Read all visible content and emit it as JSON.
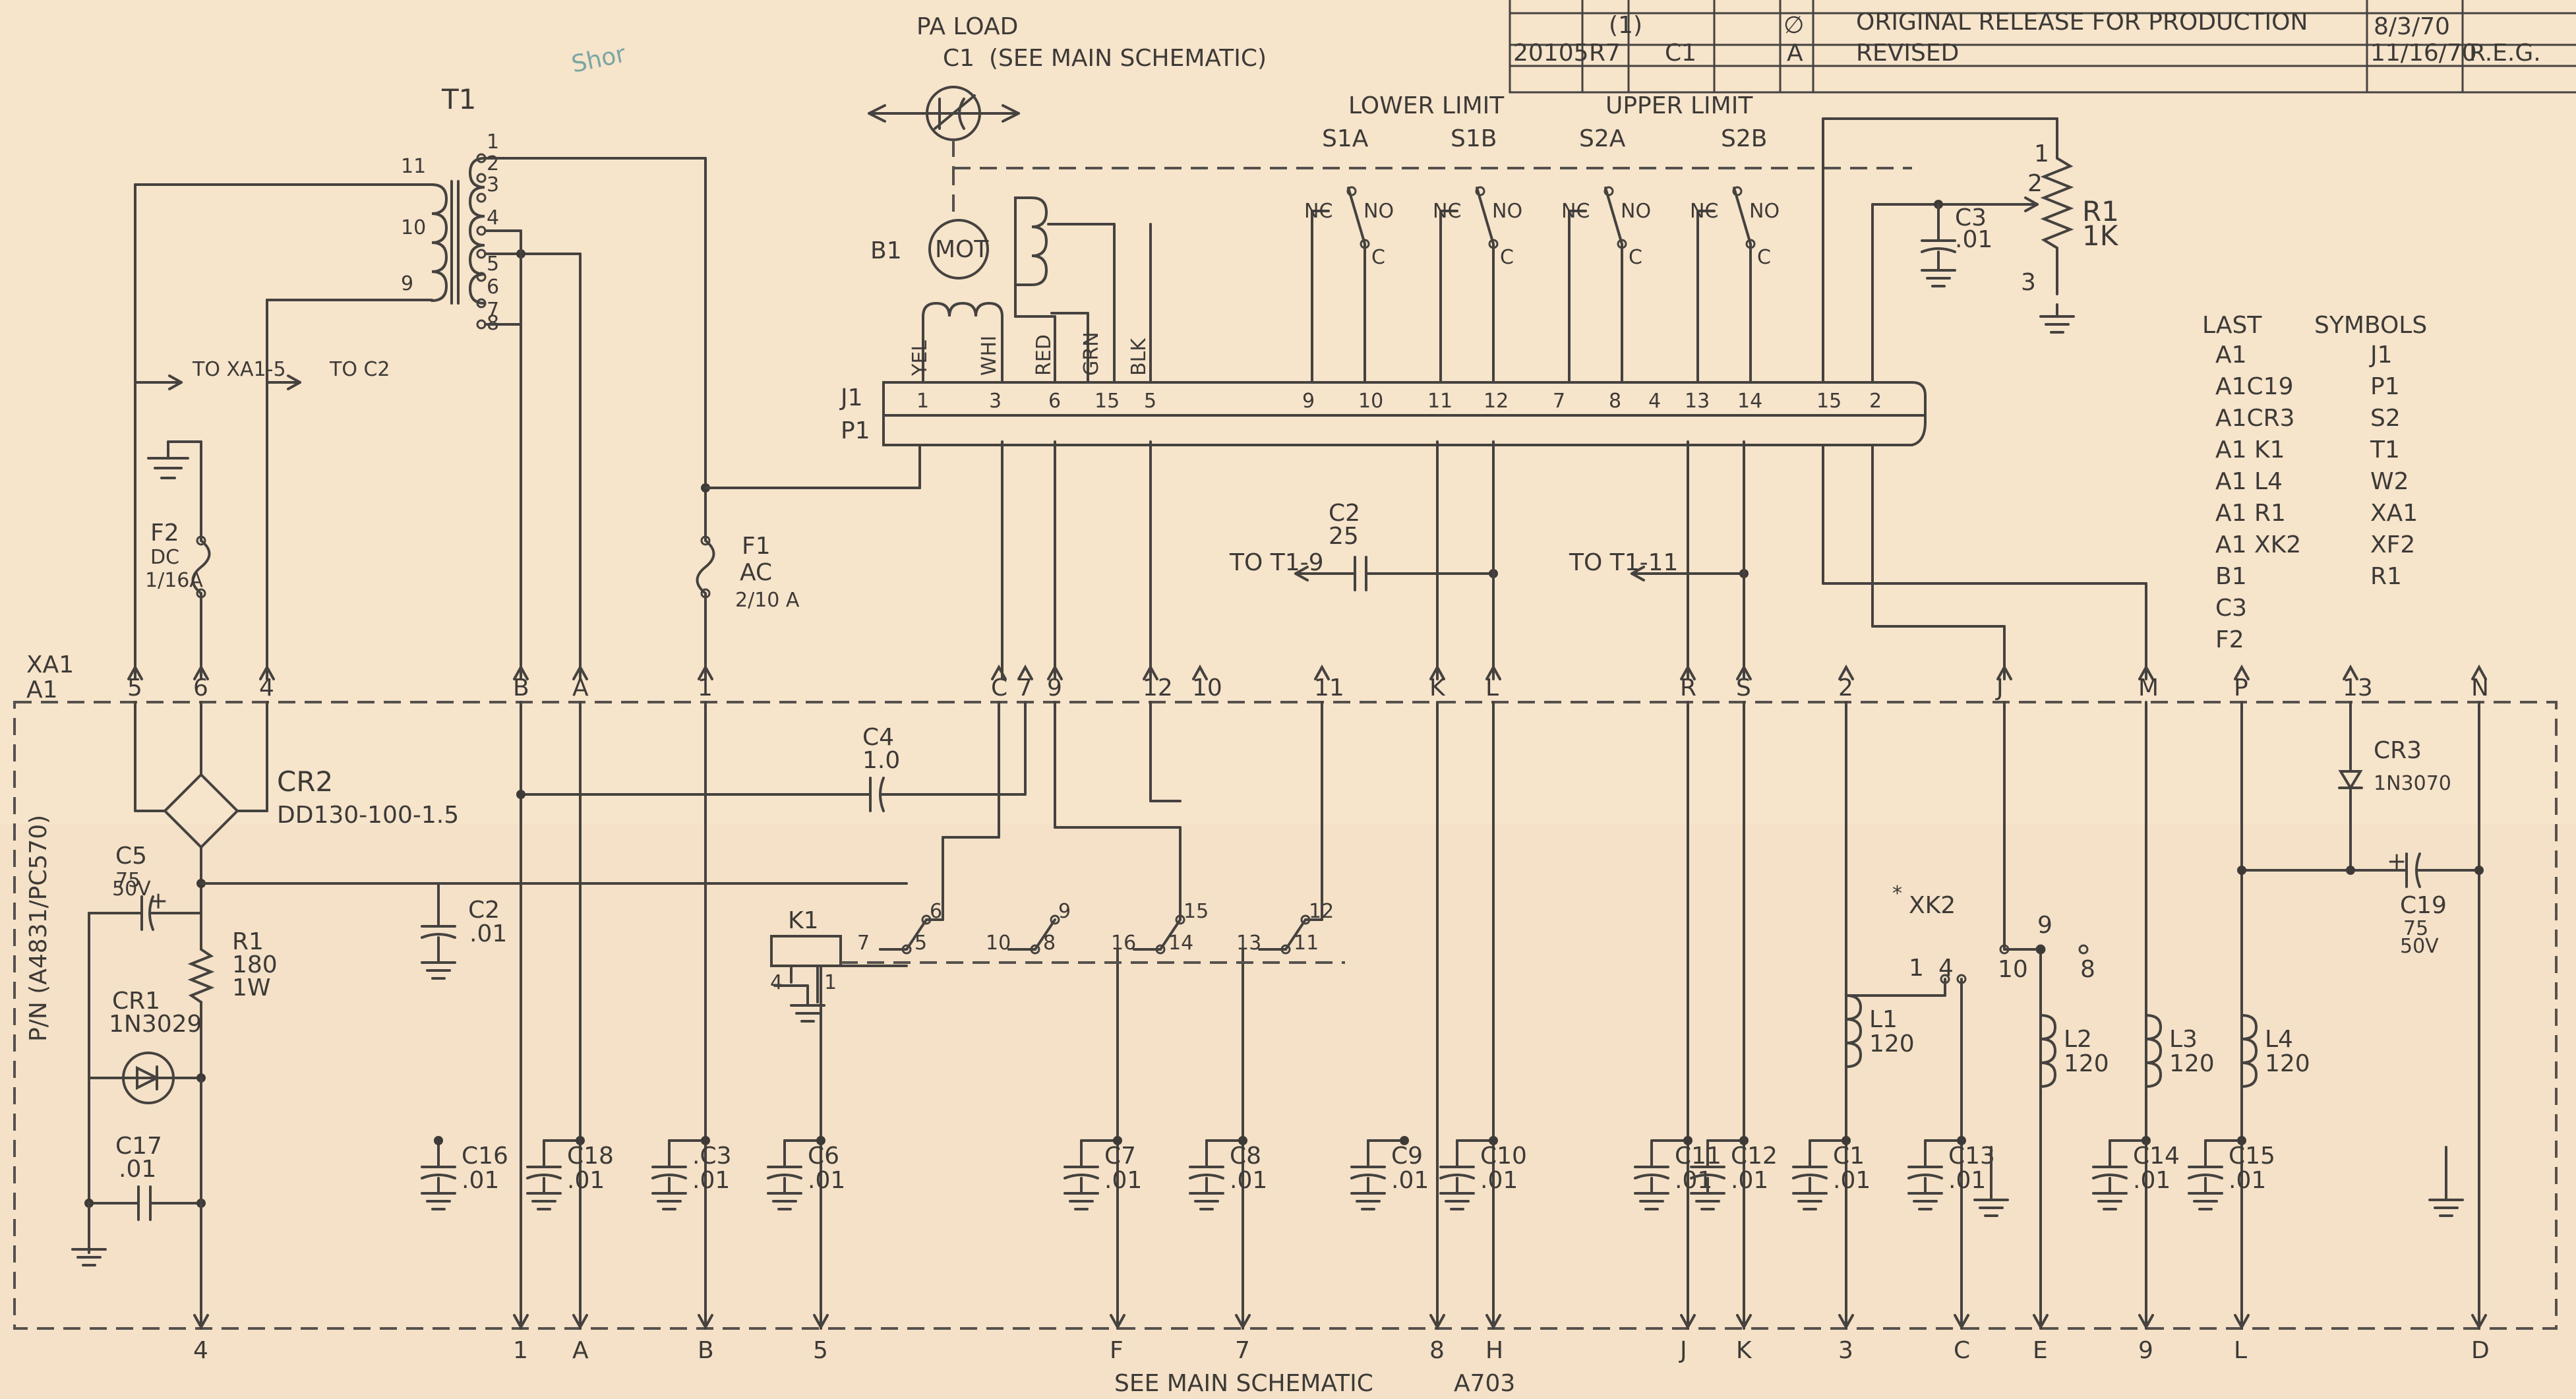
{
  "revision_block": {
    "row1": {
      "zone": "(1)",
      "rev": "∅",
      "description": "ORIGINAL RELEASE FOR PRODUCTION",
      "date": "8/3/70"
    },
    "row2": {
      "ecn": "20105",
      "by": "R7",
      "zone": "C1",
      "rev": "A",
      "description": "REVISED",
      "date": "11/16/70",
      "approval": "R.E.G."
    }
  },
  "top": {
    "pa_load": "PA LOAD",
    "c1_label": "C1",
    "see_main": "(SEE MAIN SCHEMATIC)",
    "t1": "T1",
    "b1": "B1",
    "mot": "MOT",
    "lower_limit": "LOWER LIMIT",
    "upper_limit": "UPPER LIMIT",
    "switches": [
      "S1A",
      "S1B",
      "S2A",
      "S2B"
    ],
    "nc": "NC",
    "no": "NO",
    "c": "C",
    "c3": "C3",
    "c3_val": ".01",
    "r1": "R1",
    "r1_val": "1K",
    "pot_pins": [
      "1",
      "2",
      "3"
    ],
    "t1_pins": [
      "11",
      "10",
      "9",
      "1",
      "2",
      "3",
      "4",
      "5",
      "6",
      "7",
      "8"
    ],
    "wire_colors": [
      "YEL",
      "WHI",
      "RED",
      "GRN",
      "BLK"
    ],
    "to_xa1": "TO XA1-5",
    "to_c2": "TO C2",
    "f2": "F2",
    "f2_type": "DC",
    "f2_rating": "1/16A",
    "f1": "F1",
    "f1_type": "AC",
    "f1_rating": "2/10 A"
  },
  "connector": {
    "j1": "J1",
    "p1": "P1",
    "pins": [
      "1",
      "3",
      "6",
      "15",
      "5",
      "9",
      "10",
      "11",
      "12",
      "7",
      "8",
      "4",
      "13",
      "14",
      "15",
      "2"
    ]
  },
  "middle": {
    "c2": "C2",
    "c2_val": "25",
    "to_t1_9": "TO T1-9",
    "to_t1_11": "TO T1-11"
  },
  "last_symbols": {
    "headers": [
      "LAST",
      "SYMBOLS"
    ],
    "last": [
      "A1",
      "A1C19",
      "A1CR3",
      "A1 K1",
      "A1 L4",
      "A1 R1",
      "A1 XK2",
      "B1",
      "C3",
      "F2"
    ],
    "symbols": [
      "J1",
      "P1",
      "S2",
      "T1",
      "W2",
      "XA1",
      "XF2",
      "R1"
    ]
  },
  "a1": {
    "xa1": "XA1",
    "a1": "A1",
    "pn": "P/N (A4831/PC570)",
    "top_terminals": [
      "5",
      "6",
      "4",
      "B",
      "A",
      "1",
      "C",
      "7",
      "9",
      "12",
      "10",
      "11",
      "K",
      "L",
      "R",
      "S",
      "2",
      "J",
      "M",
      "P",
      "13",
      "N"
    ],
    "bottom_terminals": [
      "4",
      "1",
      "A",
      "B",
      "5",
      "F",
      "7",
      "8",
      "H",
      "J",
      "K",
      "3",
      "C",
      "E",
      "9",
      "L",
      "D"
    ],
    "cr2": "CR2",
    "cr2_part": "DD130-100-1.5",
    "c4": "C4",
    "c4_val": "1.0",
    "c5": "C5",
    "c5_val1": "75",
    "c5_val2": "50V",
    "c2": "C2",
    "c2_val": ".01",
    "r1": "R1",
    "r1_val1": "180",
    "r1_val2": "1W",
    "cr1": "CR1",
    "cr1_part": "1N3029",
    "c17": "C17",
    "c17_val": ".01",
    "k1": "K1",
    "relay_pins": [
      "6",
      "7",
      "5",
      "9",
      "10",
      "8",
      "15",
      "16",
      "14",
      "12",
      "13",
      "11",
      "4",
      "1"
    ],
    "xk2": "XK2",
    "xk2_pins": [
      "1",
      "4",
      "9",
      "10",
      "8"
    ],
    "cr3": "CR3",
    "cr3_part": "1N3070",
    "c19": "C19",
    "c19_val1": "75",
    "c19_val2": "50V",
    "inductors": [
      {
        "n": "L1",
        "v": "120"
      },
      {
        "n": "L2",
        "v": "120"
      },
      {
        "n": "L3",
        "v": "120"
      },
      {
        "n": "L4",
        "v": "120"
      }
    ],
    "caps": [
      {
        "n": "C16",
        "v": ".01"
      },
      {
        "n": "C18",
        "v": ".01"
      },
      {
        "n": ".C3",
        "v": ".01"
      },
      {
        "n": "C6",
        "v": ".01"
      },
      {
        "n": "C7",
        "v": ".01"
      },
      {
        "n": "C8",
        "v": ".01"
      },
      {
        "n": "C9",
        "v": ".01"
      },
      {
        "n": "C10",
        "v": ".01"
      },
      {
        "n": "C11",
        "v": ".01"
      },
      {
        "n": "C12",
        "v": ".01"
      },
      {
        "n": "C1",
        "v": ".01"
      },
      {
        "n": "C13",
        "v": ".01"
      },
      {
        "n": "C14",
        "v": ".01"
      },
      {
        "n": "C15",
        "v": ".01"
      }
    ]
  },
  "footer": {
    "see_main": "SEE MAIN SCHEMATIC",
    "drawing": "A703"
  }
}
